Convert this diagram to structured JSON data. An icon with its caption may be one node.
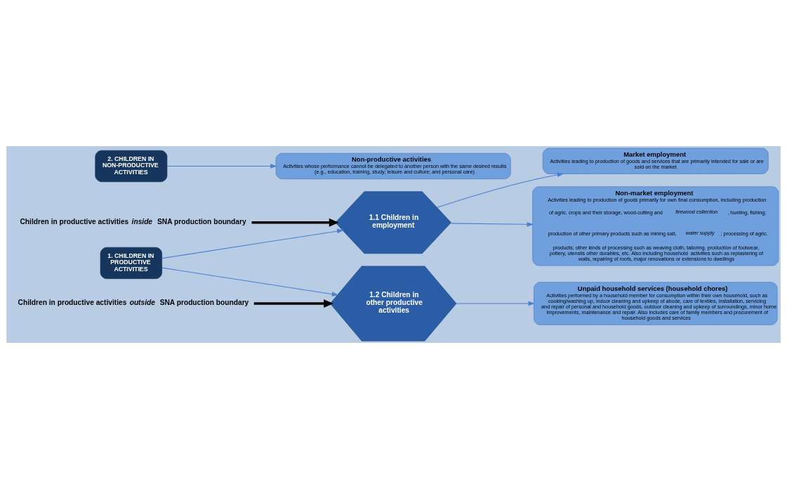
{
  "diagram": {
    "nodes": [
      {
        "text": [
          "1. CHILDREN IN PRODUCTIVE ACTIVITIES"
        ]
      },
      {
        "text": [
          "1.1 Children in employment"
        ]
      },
      {
        "text": [
          "Market employment",
          "Activities leading to production of goods and services that are primarily intended for sale or are sold on the market"
        ]
      },
      {
        "text": [
          "Non-market employment",
          "Activities leading to production of goods primarily for own final consumption, including production of agric. crops and their storage, wood-cutting and *firewood collection*, hunting, fishing; production of other primary products such as mining salt, *water supply*; processing of agric. products; other kinds of processing such as weaving cloth, tailoring, production of footwear, pottery, utensils other durables, etc. Also including household  activities such as replastering of walls, repairing of roofs, major renovations or extensions to dwellings"
        ]
      },
      {
        "text": [
          "Children in productive activities *inside* SNA production boundary"
        ]
      },
      {
        "text": [
          "Children in productive activities *outside* SNA production boundary"
        ]
      },
      {
        "text": [
          "1.2 Children in other productive activities"
        ]
      },
      {
        "text": [
          "Unpaid household services (household chores)",
          "Activities performed by a household member for consumption within their own household, such as cooking/washing up, indoor cleaning and upkeep of abode, care of textiles, installation, servicing and repair of personal and household goods, outdoor cleaning and upkeep of surroundings, minor home improvements, maintenance and repair. Also includes care of family members and procurement of household goods and services"
        ]
      },
      {
        "text": [
          "2. CHILDREN IN NON-PRODUCTIVE ACTIVITIES"
        ]
      },
      {
        "text": [
          "Non-productive activities",
          "Activities whose performance cannot be delegated to another person with the same desired results (e.g., education, training, study; leisure and culture; and personal care)"
        ]
      }
    ],
    "edges": [
      {
        "from": 0,
        "to": 1,
        "arrow": "to"
      },
      {
        "from": 0,
        "to": 6,
        "arrow": "to"
      },
      {
        "from": 1,
        "to": 2,
        "arrow": "to"
      },
      {
        "from": 1,
        "to": 3,
        "arrow": "to"
      },
      {
        "from": 4,
        "to": 1,
        "arrow": "to",
        "style": "thick",
        "color": "#000000"
      },
      {
        "from": 5,
        "to": 6,
        "arrow": "to",
        "style": "thick",
        "color": "#000000"
      },
      {
        "from": 6,
        "to": 7,
        "arrow": "to"
      },
      {
        "from": 8,
        "to": 9,
        "arrow": "to"
      }
    ]
  }
}
